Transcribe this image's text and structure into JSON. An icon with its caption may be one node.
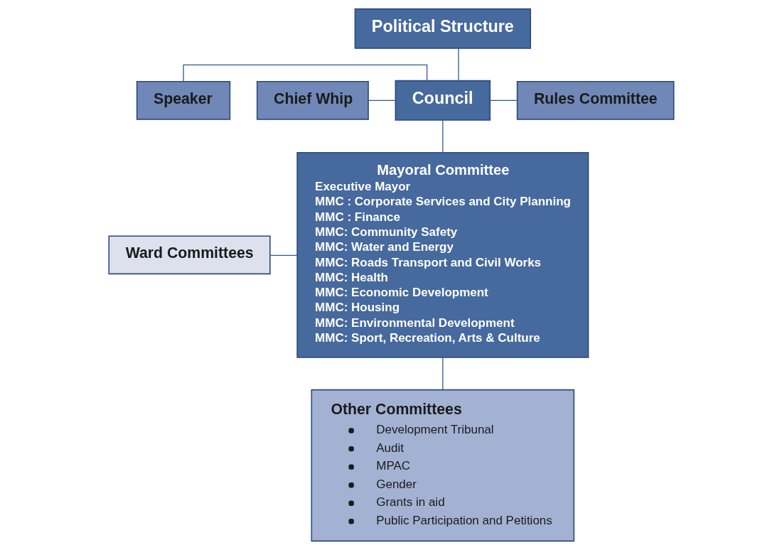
{
  "diagram": {
    "nodes": [
      {
        "text": [
          "Political Structure"
        ]
      },
      {
        "text": [
          "Speaker"
        ]
      },
      {
        "text": [
          "Council"
        ]
      },
      {
        "text": [
          "Rules Committee"
        ]
      },
      {
        "text": [
          "Chief Whip"
        ]
      },
      {
        "text": [
          "Mayoral Committee",
          "Executive Mayor",
          "MMC : Corporate Services and City Planning",
          "MMC : Finance",
          "MMC: Community Safety",
          "MMC: Water and Energy",
          "MMC: Roads Transport and Civil Works",
          "MMC: Health",
          "MMC: Economic Development",
          "MMC: Housing",
          "MMC: Environmental Development",
          "MMC: Sport, Recreation, Arts & Culture"
        ]
      },
      {
        "text": [
          "Ward Committees"
        ]
      },
      {
        "text": [
          "Other Committees",
          "Development Tribunal",
          "Audit",
          "MPAC",
          "Gender",
          "Grants in aid",
          "Public Participation and Petitions"
        ]
      }
    ],
    "edges": [
      {
        "from": 0,
        "to": 2,
        "arrow": "none"
      },
      {
        "from": 1,
        "to": 2,
        "arrow": "none"
      },
      {
        "from": 4,
        "to": 2,
        "arrow": "none"
      },
      {
        "from": 2,
        "to": 3,
        "arrow": "none"
      },
      {
        "from": 2,
        "to": 5,
        "arrow": "none"
      },
      {
        "from": 6,
        "to": 5,
        "arrow": "none"
      },
      {
        "from": 5,
        "to": 7,
        "arrow": "none"
      }
    ]
  }
}
